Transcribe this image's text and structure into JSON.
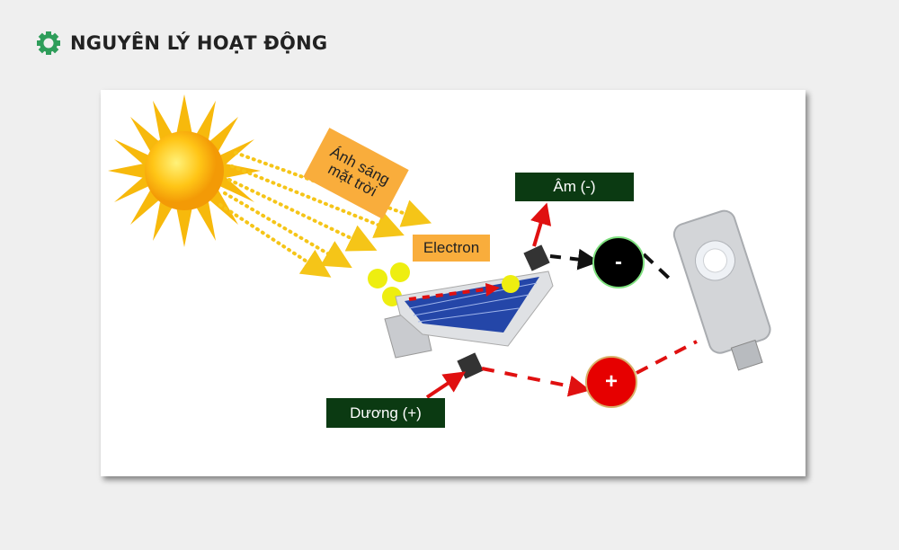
{
  "header": {
    "title": "NGUYÊN LÝ HOẠT ĐỘNG",
    "icon": "gear-icon",
    "icon_color": "#2e9d5a"
  },
  "diagram": {
    "sunlight_label": "Ánh sáng mặt trời",
    "sunlight_line1": "Ánh sáng",
    "sunlight_line2": "mặt trời",
    "electron_label": "Electron",
    "negative_label": "Âm (-)",
    "positive_label": "Dương (+)",
    "negative_sign": "-",
    "positive_sign": "+"
  },
  "colors": {
    "label_dark": "#0b3a12",
    "label_orange": "#f9ad3c",
    "arrow_red": "#e01010",
    "panel_blue": "#2446a8"
  }
}
